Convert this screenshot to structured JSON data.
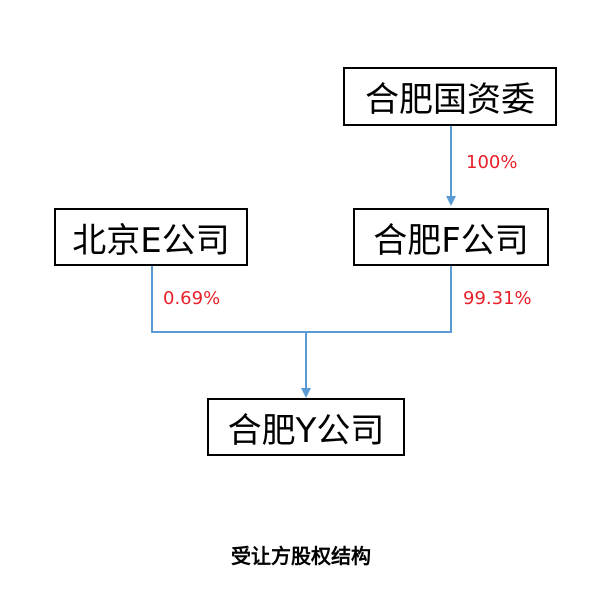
{
  "nodes": {
    "hefei_sasac": "合肥国资委",
    "beijing_e": "北京E公司",
    "hefei_f": "合肥F公司",
    "hefei_y": "合肥Y公司"
  },
  "edges": {
    "sasac_to_f": "100%",
    "e_to_y": "0.69%",
    "f_to_y": "99.31%"
  },
  "caption": "受让方股权结构",
  "colors": {
    "line": "#5b9bd5",
    "percent": "#e8202a",
    "box_border": "#000000"
  }
}
